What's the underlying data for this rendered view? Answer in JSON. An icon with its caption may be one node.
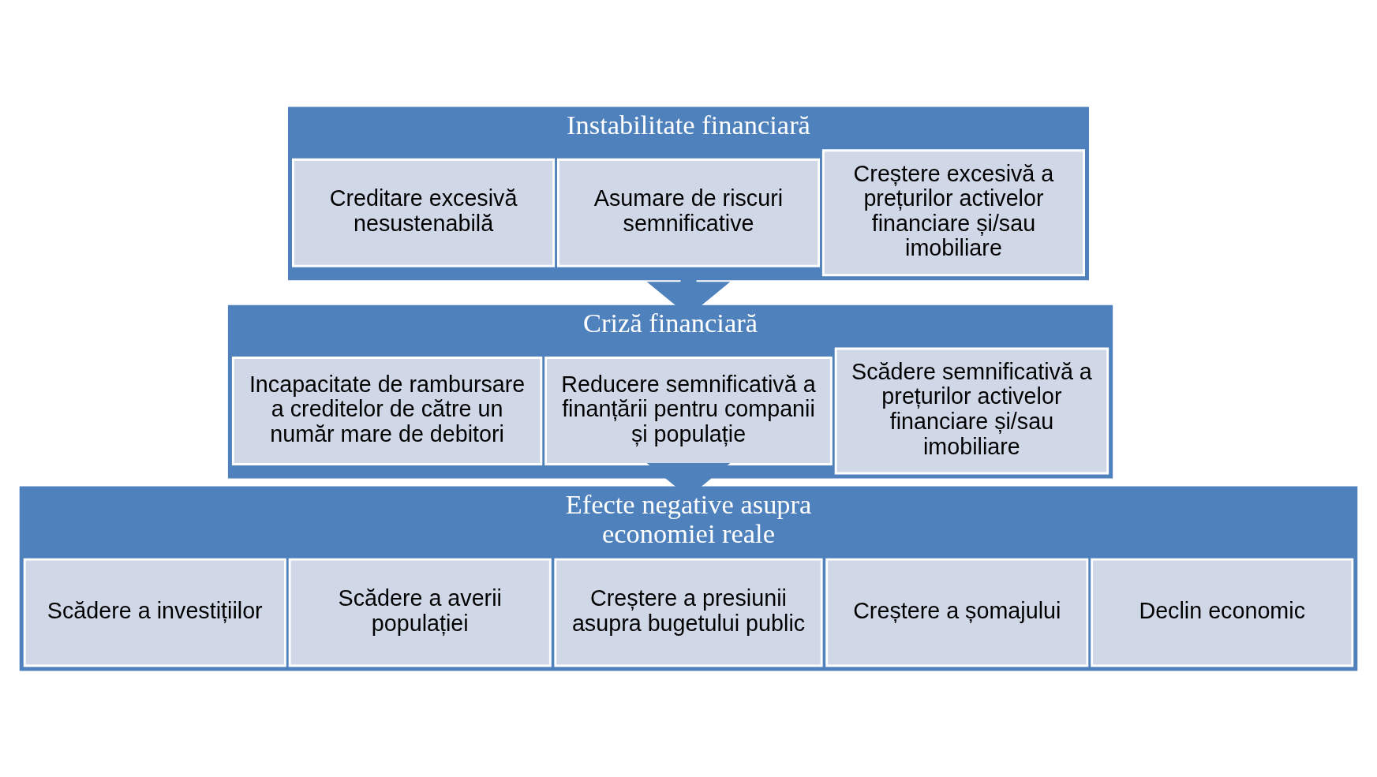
{
  "diagram": {
    "nodes": [
      {
        "text": [
          "Instabilitate financiară"
        ]
      },
      {
        "text": [
          "Creditare excesivă nesustenabilă"
        ],
        "in": 0
      },
      {
        "text": [
          "Asumare de riscuri semnificative"
        ],
        "in": 0
      },
      {
        "text": [
          "Creștere excesivă a prețurilor activelor financiare și/sau imobiliare"
        ],
        "in": 0
      },
      {
        "text": [
          "Criză financiară"
        ]
      },
      {
        "text": [
          "Incapacitate de rambursare a creditelor de către un număr mare de debitori"
        ],
        "in": 4
      },
      {
        "text": [
          "Reducere semnificativă a finanțării pentru companii și populație"
        ],
        "in": 4
      },
      {
        "text": [
          "Scădere semnificativă a prețurilor activelor financiare și/sau imobiliare"
        ],
        "in": 4
      },
      {
        "text": [
          "Efecte negative asupra economiei reale"
        ]
      },
      {
        "text": [
          "Scădere a investițiilor"
        ],
        "in": 8
      },
      {
        "text": [
          "Scădere a averii populației"
        ],
        "in": 8
      },
      {
        "text": [
          "Creștere a presiunii asupra bugetului public"
        ],
        "in": 8
      },
      {
        "text": [
          "Creștere a șomajului"
        ],
        "in": 8
      },
      {
        "text": [
          "Declin economic"
        ],
        "in": 8
      }
    ],
    "edges": [
      {
        "from": 0,
        "to": 4,
        "arrow": "to",
        "style": "thick"
      },
      {
        "from": 4,
        "to": 8,
        "arrow": "to",
        "style": "thick"
      }
    ]
  }
}
